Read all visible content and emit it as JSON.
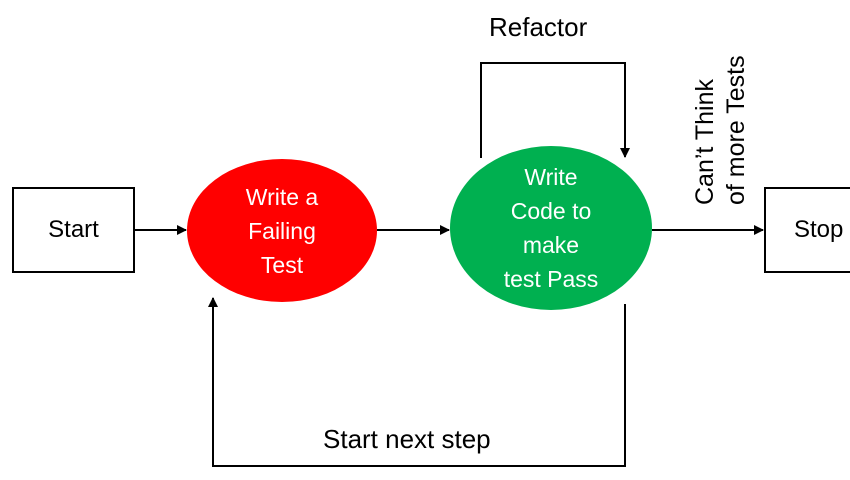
{
  "nodes": {
    "start": "Start",
    "stop": "Stop",
    "failing_test": "Write a\nFailing\nTest",
    "make_pass": "Write\nCode to\nmake\ntest Pass"
  },
  "edges": {
    "refactor": "Refactor",
    "cant_think": "Can’t Think\nof more Tests",
    "next_step": "Start next step"
  },
  "colors": {
    "failing_test": "#ff0000",
    "make_pass": "#00b050",
    "line": "#000000"
  }
}
